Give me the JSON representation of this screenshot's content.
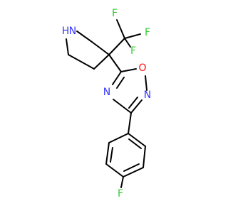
{
  "molecule": {
    "atoms": {
      "nh": {
        "label": "N",
        "hlabel": "H"
      },
      "o_ring": {
        "label": "O"
      },
      "n_ring_right": {
        "label": "N"
      },
      "n_ring_left": {
        "label": "N"
      },
      "f_cf3_top": {
        "label": "F"
      },
      "f_cf3_right": {
        "label": "F"
      },
      "f_cf3_bottom": {
        "label": "F"
      },
      "f_aryl": {
        "label": "F"
      }
    },
    "colors": {
      "bond": "#000000",
      "nitrogen": "#3333ff",
      "oxygen": "#ff0d0d",
      "fluorine": "#33cc33"
    }
  }
}
